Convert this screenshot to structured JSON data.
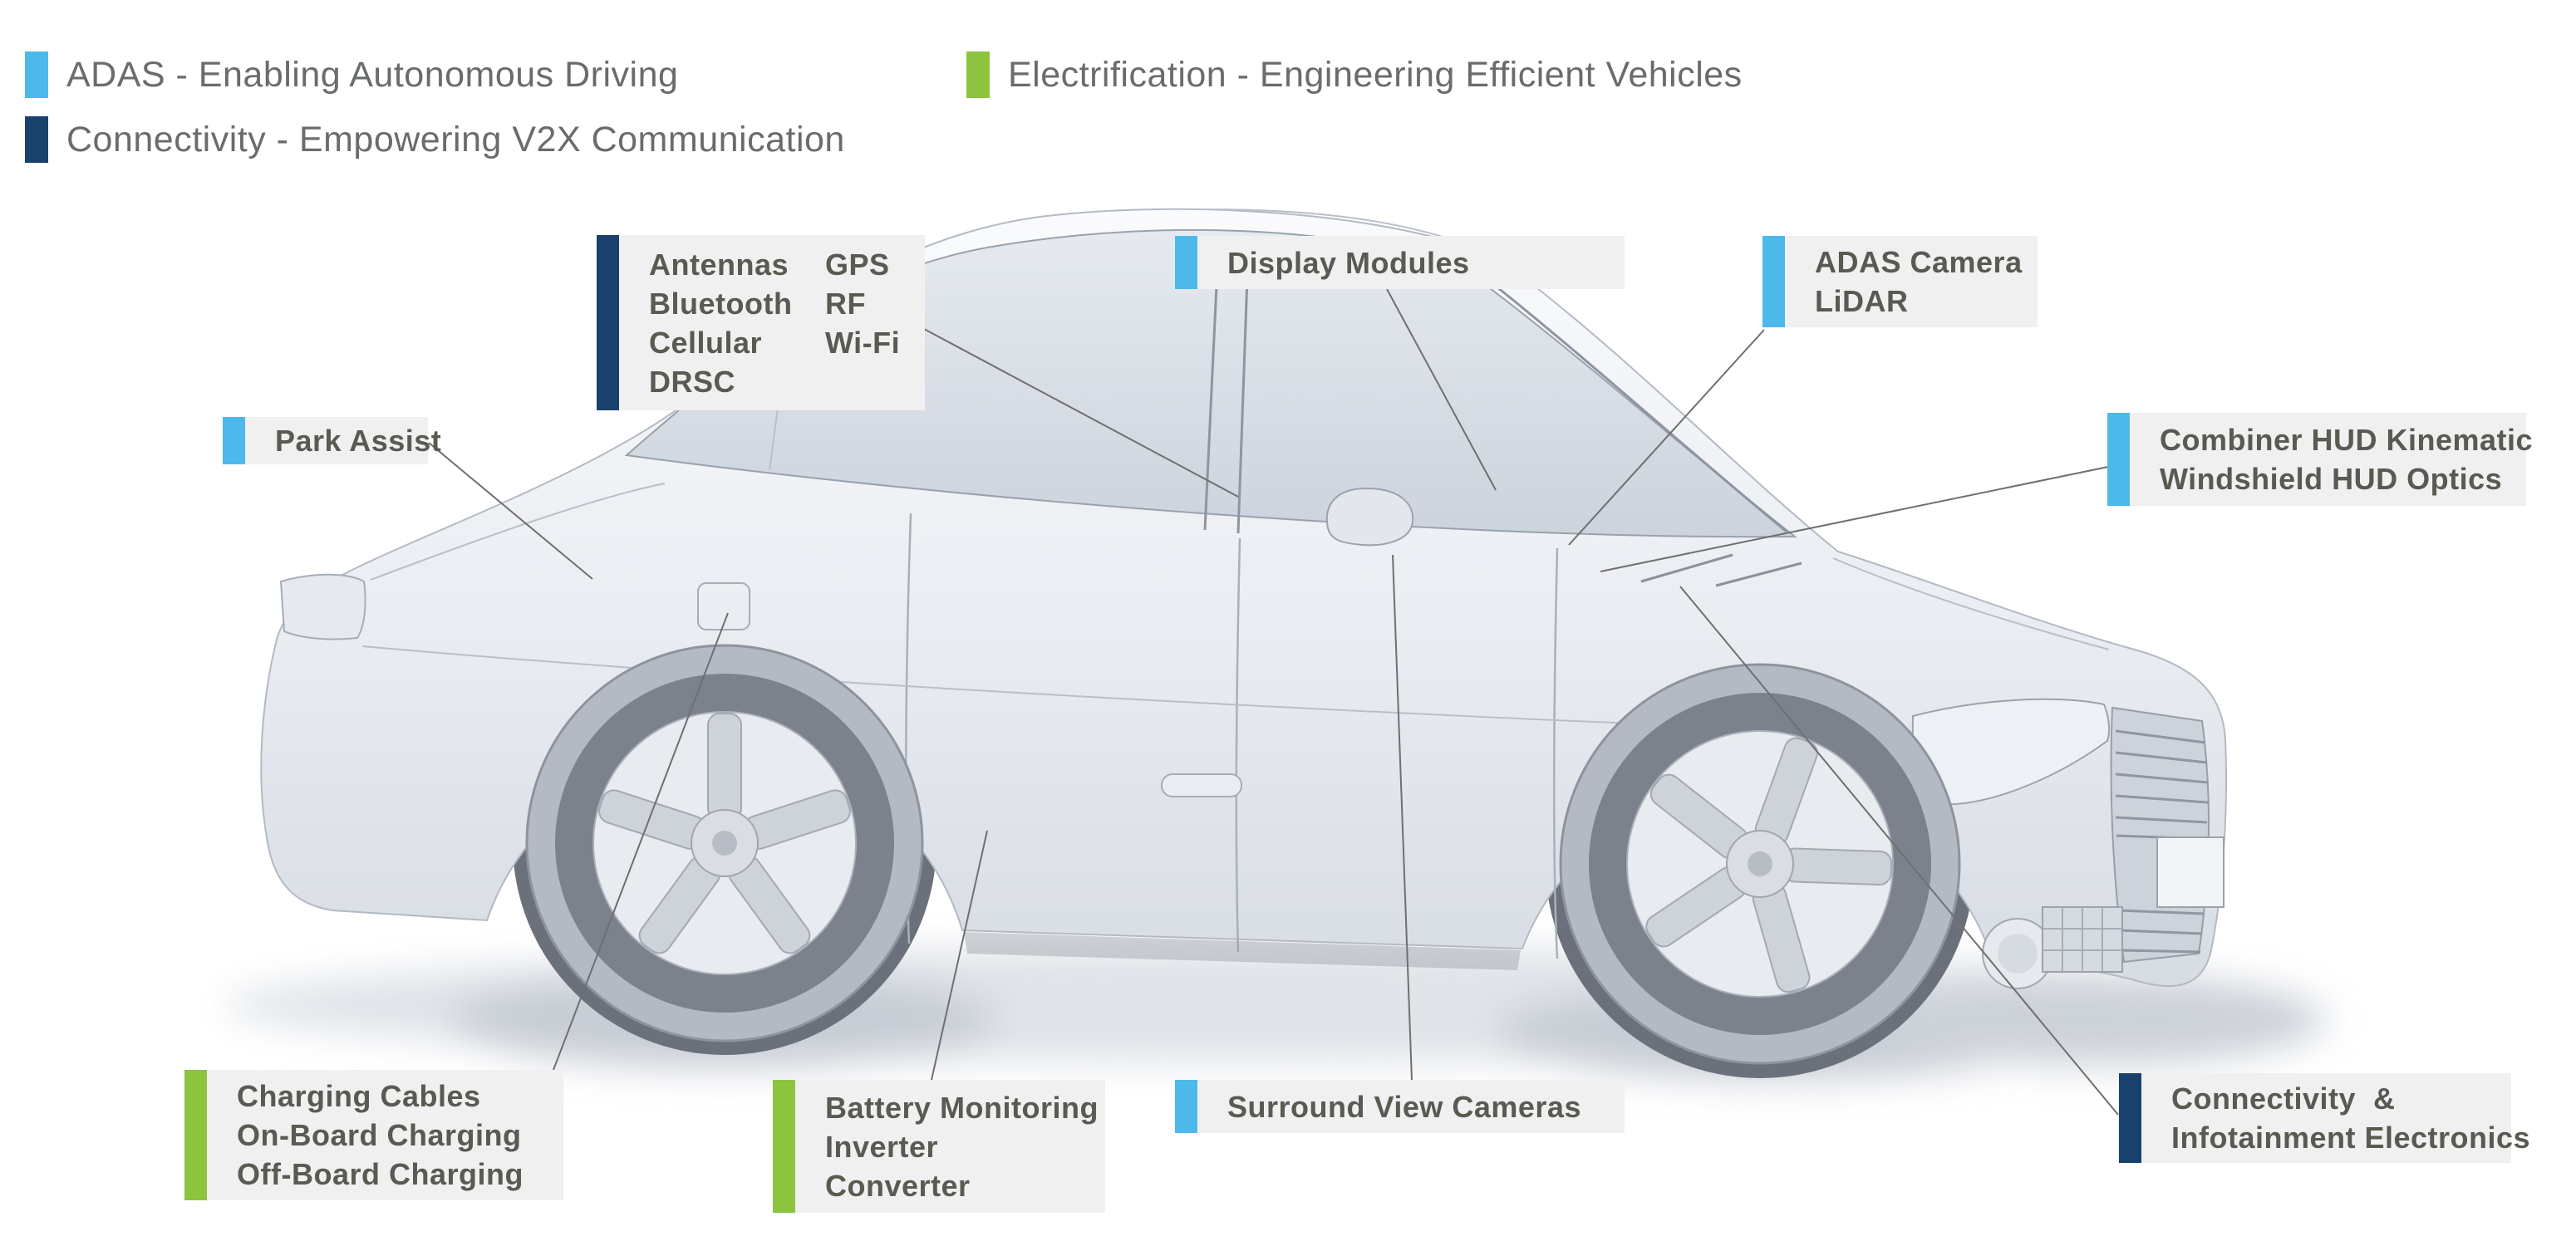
{
  "page": {
    "background": "#ffffff"
  },
  "colors": {
    "adas": "#4DB9EA",
    "electrification": "#8CC43F",
    "connectivity": "#1A416C",
    "panel_background": "#F0F0F1",
    "label_text": "#575B52",
    "legend_text": "#696D6A",
    "leader_line": "#6F6F6F"
  },
  "legend": {
    "items": [
      {
        "id": "adas",
        "label": "ADAS - Enabling Autonomous Driving",
        "color": "#4DB9EA"
      },
      {
        "id": "electrification",
        "label": "Electrification - Engineering Efficient Vehicles",
        "color": "#8CC43F"
      },
      {
        "id": "connectivity",
        "label": "Connectivity - Empowering V2X Communication",
        "color": "#1A416C"
      }
    ]
  },
  "callouts": {
    "antennas": {
      "category": "connectivity",
      "col1": [
        "Antennas",
        "Bluetooth",
        "Cellular",
        "DRSC"
      ],
      "col2": [
        "GPS",
        "RF",
        "Wi-Fi"
      ]
    },
    "display_modules": {
      "category": "adas",
      "lines": [
        "Display Modules"
      ]
    },
    "adas_camera": {
      "category": "adas",
      "lines": [
        "ADAS Camera",
        "LiDAR"
      ]
    },
    "park_assist": {
      "category": "adas",
      "lines": [
        "Park Assist"
      ]
    },
    "combiner_hud": {
      "category": "adas",
      "lines": [
        "Combiner HUD Kinematic",
        "Windshield HUD Optics"
      ]
    },
    "charging": {
      "category": "electrification",
      "lines": [
        "Charging Cables",
        "On-Board Charging",
        "Off-Board Charging"
      ]
    },
    "battery": {
      "category": "electrification",
      "lines": [
        "Battery Monitoring",
        "Inverter",
        "Converter"
      ]
    },
    "surround_view": {
      "category": "adas",
      "lines": [
        "Surround View Cameras"
      ]
    },
    "connectivity_infotainment": {
      "category": "connectivity",
      "lines": [
        "Connectivity  &",
        "Infotainment Electronics"
      ]
    }
  },
  "car": {
    "alt": "White 3D-rendered sedan shown from the front right three-quarter view"
  }
}
